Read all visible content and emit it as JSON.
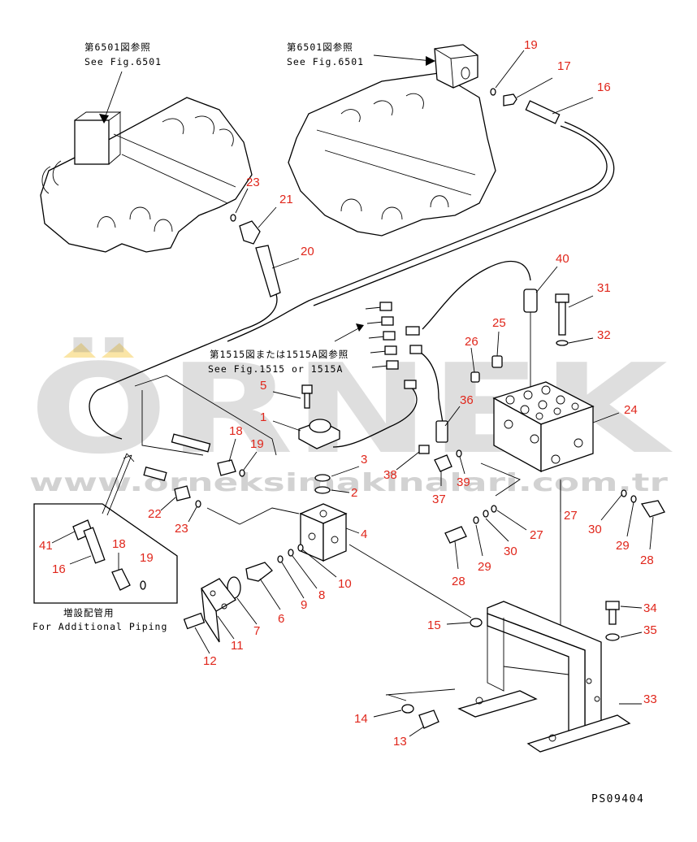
{
  "captions": {
    "ref_left_jp": "第6501図参照",
    "ref_left_en": "See Fig.6501",
    "ref_right_jp": "第6501図参照",
    "ref_right_en": "See Fig.6501",
    "ref_mid_jp": "第1515図または1515A図参照",
    "ref_mid_en": "See Fig.1515 or 1515A",
    "inset_jp": "増設配管用",
    "inset_en": "For Additional Piping"
  },
  "drawing_code": "PS09404",
  "watermark": {
    "brand": "ÖRNEK",
    "url": "www.orneksimakinalari.com.tr",
    "color": "#6e6e6e",
    "accent_color": "#f0b400"
  },
  "label_color": "#e0261b",
  "labels": [
    {
      "id": "19a",
      "text": "19"
    },
    {
      "id": "17",
      "text": "17"
    },
    {
      "id": "16a",
      "text": "16"
    },
    {
      "id": "23a",
      "text": "23"
    },
    {
      "id": "21",
      "text": "21"
    },
    {
      "id": "20",
      "text": "20"
    },
    {
      "id": "40",
      "text": "40"
    },
    {
      "id": "31",
      "text": "31"
    },
    {
      "id": "32",
      "text": "32"
    },
    {
      "id": "25",
      "text": "25"
    },
    {
      "id": "26",
      "text": "26"
    },
    {
      "id": "5",
      "text": "5"
    },
    {
      "id": "1",
      "text": "1"
    },
    {
      "id": "36",
      "text": "36"
    },
    {
      "id": "24",
      "text": "24"
    },
    {
      "id": "18a",
      "text": "18"
    },
    {
      "id": "19b",
      "text": "19"
    },
    {
      "id": "3",
      "text": "3"
    },
    {
      "id": "2",
      "text": "2"
    },
    {
      "id": "38",
      "text": "38"
    },
    {
      "id": "37",
      "text": "37"
    },
    {
      "id": "39",
      "text": "39"
    },
    {
      "id": "22",
      "text": "22"
    },
    {
      "id": "23b",
      "text": "23"
    },
    {
      "id": "4",
      "text": "4"
    },
    {
      "id": "27a",
      "text": "27"
    },
    {
      "id": "27b",
      "text": "27"
    },
    {
      "id": "30a",
      "text": "30"
    },
    {
      "id": "29a",
      "text": "29"
    },
    {
      "id": "28a",
      "text": "28"
    },
    {
      "id": "41",
      "text": "41"
    },
    {
      "id": "18b",
      "text": "18"
    },
    {
      "id": "16b",
      "text": "16"
    },
    {
      "id": "19c",
      "text": "19"
    },
    {
      "id": "10",
      "text": "10"
    },
    {
      "id": "8",
      "text": "8"
    },
    {
      "id": "9",
      "text": "9"
    },
    {
      "id": "6",
      "text": "6"
    },
    {
      "id": "7",
      "text": "7"
    },
    {
      "id": "28b",
      "text": "28"
    },
    {
      "id": "29b",
      "text": "29"
    },
    {
      "id": "30b",
      "text": "30"
    },
    {
      "id": "34",
      "text": "34"
    },
    {
      "id": "35",
      "text": "35"
    },
    {
      "id": "15",
      "text": "15"
    },
    {
      "id": "11",
      "text": "11"
    },
    {
      "id": "12",
      "text": "12"
    },
    {
      "id": "33",
      "text": "33"
    },
    {
      "id": "14",
      "text": "14"
    },
    {
      "id": "13",
      "text": "13"
    }
  ]
}
